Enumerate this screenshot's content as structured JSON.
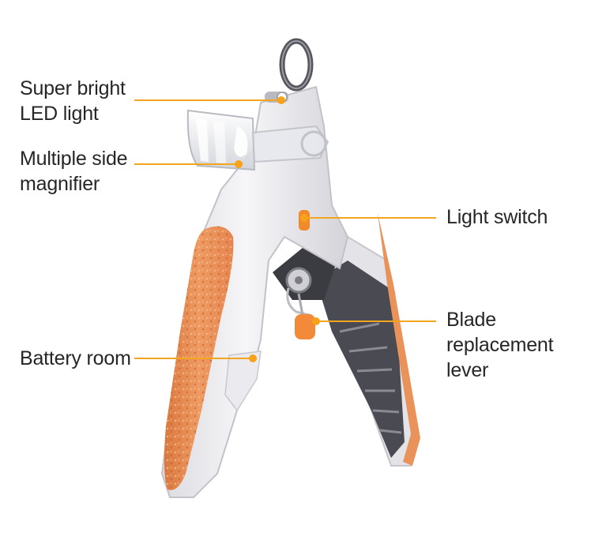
{
  "colors": {
    "leader": "#f2a51f",
    "dot": "#f7a21a",
    "grip": "#e9925a",
    "body": "#f2f2f4",
    "body_shade": "#d9d9de",
    "label_text": "#262626"
  },
  "callouts": [
    {
      "id": "led",
      "lines": [
        "Super bright",
        "LED light"
      ]
    },
    {
      "id": "magnifier",
      "lines": [
        "Multiple side",
        "magnifier"
      ]
    },
    {
      "id": "battery",
      "lines": [
        "Battery room"
      ]
    },
    {
      "id": "switch",
      "lines": [
        "Light switch"
      ]
    },
    {
      "id": "lever",
      "lines": [
        "Blade",
        "replacement",
        "lever"
      ]
    }
  ]
}
